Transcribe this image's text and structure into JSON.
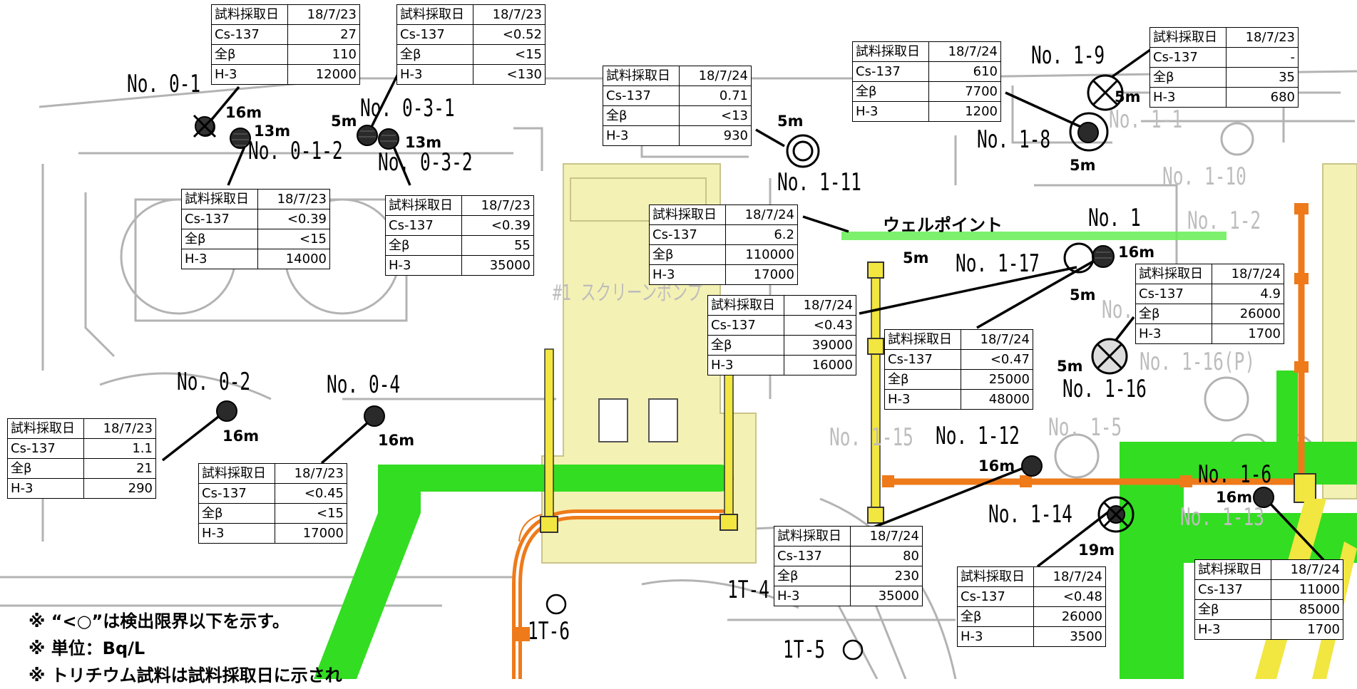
{
  "colors": {
    "ground_yellow": "#f4f1b4",
    "pipe_green": "#33dd22",
    "pipe_orange": "#ee7a1a",
    "well_yellow": "#f2e640",
    "well_line_green": "#66ee55",
    "background_lines": "#b3b3b3"
  },
  "well_labels": [
    {
      "id": "01",
      "text": "No. 0-1"
    },
    {
      "id": "012",
      "text": "No. 0-1-2"
    },
    {
      "id": "031",
      "text": "No. 0-3-1"
    },
    {
      "id": "032",
      "text": "No. 0-3-2"
    },
    {
      "id": "02",
      "text": "No. 0-2"
    },
    {
      "id": "04",
      "text": "No. 0-4"
    },
    {
      "id": "19",
      "text": "No. 1-9"
    },
    {
      "id": "18",
      "text": "No. 1-8"
    },
    {
      "id": "111",
      "text": "No. 1-11"
    },
    {
      "id": "1",
      "text": "No. 1"
    },
    {
      "id": "117",
      "text": "No. 1-17"
    },
    {
      "id": "116",
      "text": "No. 1-16"
    },
    {
      "id": "112",
      "text": "No. 1-12"
    },
    {
      "id": "114",
      "text": "No. 1-14"
    },
    {
      "id": "16",
      "text": "No. 1-6"
    }
  ],
  "grey_labels": [
    {
      "id": "g11",
      "text": "No. 1-1"
    },
    {
      "id": "g110",
      "text": "No. 1-10"
    },
    {
      "id": "g12",
      "text": "No. 1-2"
    },
    {
      "id": "g116p",
      "text": "No. 1-16(P)"
    },
    {
      "id": "g115",
      "text": "No. 1-15"
    },
    {
      "id": "g113",
      "text": "No. 1-13"
    },
    {
      "id": "g1",
      "text": "No. 1"
    },
    {
      "id": "g15",
      "text": "No. 1-5"
    },
    {
      "id": "g1t6",
      "text": "1T-6"
    },
    {
      "id": "g1t5",
      "text": "1T-5"
    },
    {
      "id": "g1t4",
      "text": "1T-4"
    },
    {
      "id": "g1s",
      "text": "#1 スクリーンポンプ"
    }
  ],
  "depth_labels": [
    "16m",
    "13m",
    "5m",
    "13m",
    "16m",
    "16m",
    "5m",
    "5m",
    "5m",
    "5m",
    "16m",
    "5m",
    "5m",
    "16m",
    "16m",
    "19m"
  ],
  "wellpoint_label": "ウェルポイント",
  "table_header_key": "試料採取日",
  "tables": [
    {
      "id": "t01",
      "date": "18/7/23",
      "rows": [
        [
          "Cs-137",
          "27"
        ],
        [
          "全β",
          "110"
        ],
        [
          "H-3",
          "12000"
        ]
      ]
    },
    {
      "id": "t031",
      "date": "18/7/23",
      "rows": [
        [
          "Cs-137",
          "<0.52"
        ],
        [
          "全β",
          "<15"
        ],
        [
          "H-3",
          "<130"
        ]
      ]
    },
    {
      "id": "t012",
      "date": "18/7/23",
      "rows": [
        [
          "Cs-137",
          "<0.39"
        ],
        [
          "全β",
          "<15"
        ],
        [
          "H-3",
          "14000"
        ]
      ]
    },
    {
      "id": "t032",
      "date": "18/7/23",
      "rows": [
        [
          "Cs-137",
          "<0.39"
        ],
        [
          "全β",
          "55"
        ],
        [
          "H-3",
          "35000"
        ]
      ]
    },
    {
      "id": "t111",
      "date": "18/7/24",
      "rows": [
        [
          "Cs-137",
          "0.71"
        ],
        [
          "全β",
          "<13"
        ],
        [
          "H-3",
          "930"
        ]
      ]
    },
    {
      "id": "t18",
      "date": "18/7/24",
      "rows": [
        [
          "Cs-137",
          "610"
        ],
        [
          "全β",
          "7700"
        ],
        [
          "H-3",
          "1200"
        ]
      ]
    },
    {
      "id": "t19",
      "date": "18/7/23",
      "rows": [
        [
          "Cs-137",
          "-"
        ],
        [
          "全β",
          "35"
        ],
        [
          "H-3",
          "680"
        ]
      ]
    },
    {
      "id": "twp",
      "date": "18/7/24",
      "rows": [
        [
          "Cs-137",
          "6.2"
        ],
        [
          "全β",
          "110000"
        ],
        [
          "H-3",
          "17000"
        ]
      ]
    },
    {
      "id": "t117",
      "date": "18/7/24",
      "rows": [
        [
          "Cs-137",
          "<0.43"
        ],
        [
          "全β",
          "39000"
        ],
        [
          "H-3",
          "16000"
        ]
      ]
    },
    {
      "id": "t1",
      "date": "18/7/24",
      "rows": [
        [
          "Cs-137",
          "<0.47"
        ],
        [
          "全β",
          "25000"
        ],
        [
          "H-3",
          "48000"
        ]
      ]
    },
    {
      "id": "t116",
      "date": "18/7/24",
      "rows": [
        [
          "Cs-137",
          "4.9"
        ],
        [
          "全β",
          "26000"
        ],
        [
          "H-3",
          "1700"
        ]
      ]
    },
    {
      "id": "t02",
      "date": "18/7/23",
      "rows": [
        [
          "Cs-137",
          "1.1"
        ],
        [
          "全β",
          "21"
        ],
        [
          "H-3",
          "290"
        ]
      ]
    },
    {
      "id": "t04",
      "date": "18/7/23",
      "rows": [
        [
          "Cs-137",
          "<0.45"
        ],
        [
          "全β",
          "<15"
        ],
        [
          "H-3",
          "17000"
        ]
      ]
    },
    {
      "id": "t112",
      "date": "18/7/24",
      "rows": [
        [
          "Cs-137",
          "80"
        ],
        [
          "全β",
          "230"
        ],
        [
          "H-3",
          "35000"
        ]
      ]
    },
    {
      "id": "t114",
      "date": "18/7/24",
      "rows": [
        [
          "Cs-137",
          "<0.48"
        ],
        [
          "全β",
          "26000"
        ],
        [
          "H-3",
          "3500"
        ]
      ]
    },
    {
      "id": "t16",
      "date": "18/7/24",
      "rows": [
        [
          "Cs-137",
          "11000"
        ],
        [
          "全β",
          "85000"
        ],
        [
          "H-3",
          "1700"
        ]
      ]
    }
  ],
  "notes": [
    "※ “<○”は検出限界以下を示す。",
    "※ 単位：Bq/L",
    "※ トリチウム試料は試料採取日に示され"
  ]
}
